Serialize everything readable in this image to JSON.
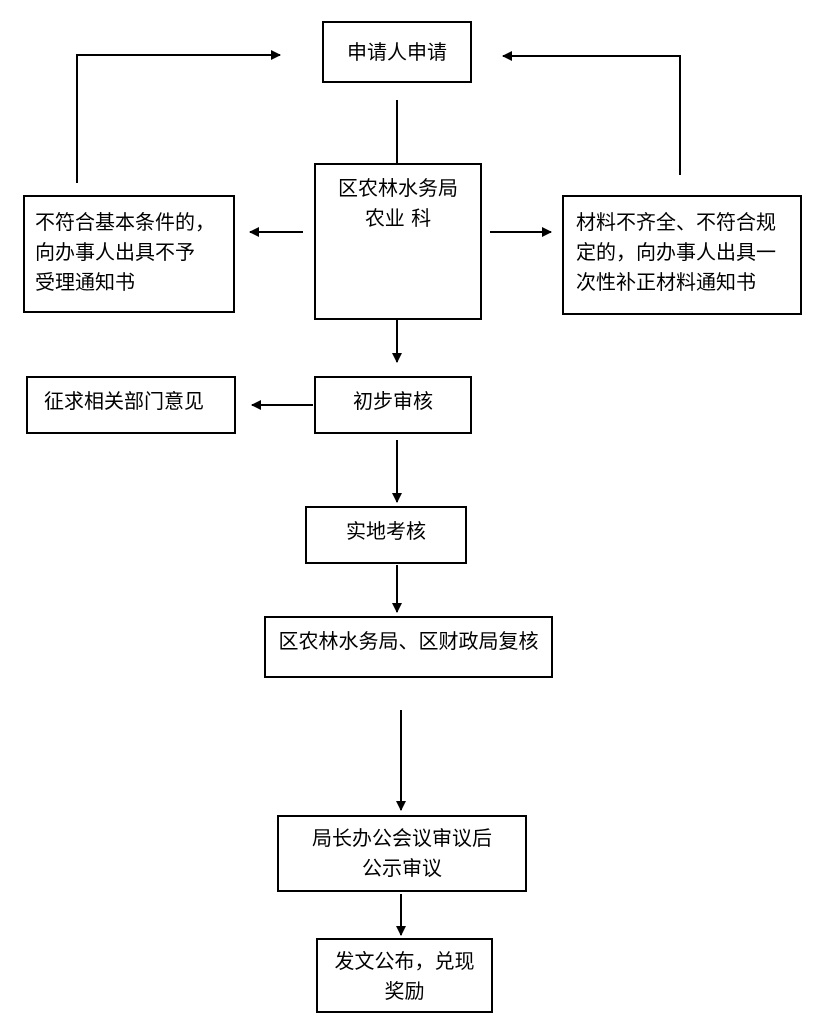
{
  "nodes": {
    "apply": {
      "lines": [
        "申请人申请"
      ]
    },
    "bureau": {
      "lines": [
        "区农林水务局",
        "农业 科"
      ]
    },
    "reject": {
      "lines": [
        "不符合基本条件的，",
        "向办事人出具不予",
        "受理通知书"
      ]
    },
    "supplement": {
      "lines": [
        "材料不齐全、不符合规",
        "定的，向办事人出具一",
        "次性补正材料通知书"
      ]
    },
    "preliminary": {
      "lines": [
        "初步审核"
      ]
    },
    "consult": {
      "lines": [
        "征求相关部门意见"
      ]
    },
    "onsite": {
      "lines": [
        "实地考核"
      ]
    },
    "recheck": {
      "lines": [
        "区农林水务局、区财政局复核"
      ]
    },
    "meeting": {
      "lines": [
        "局长办公会议审议后",
        "公示审议"
      ]
    },
    "publish": {
      "lines": [
        "发文公布，兑现",
        "奖励"
      ]
    }
  }
}
